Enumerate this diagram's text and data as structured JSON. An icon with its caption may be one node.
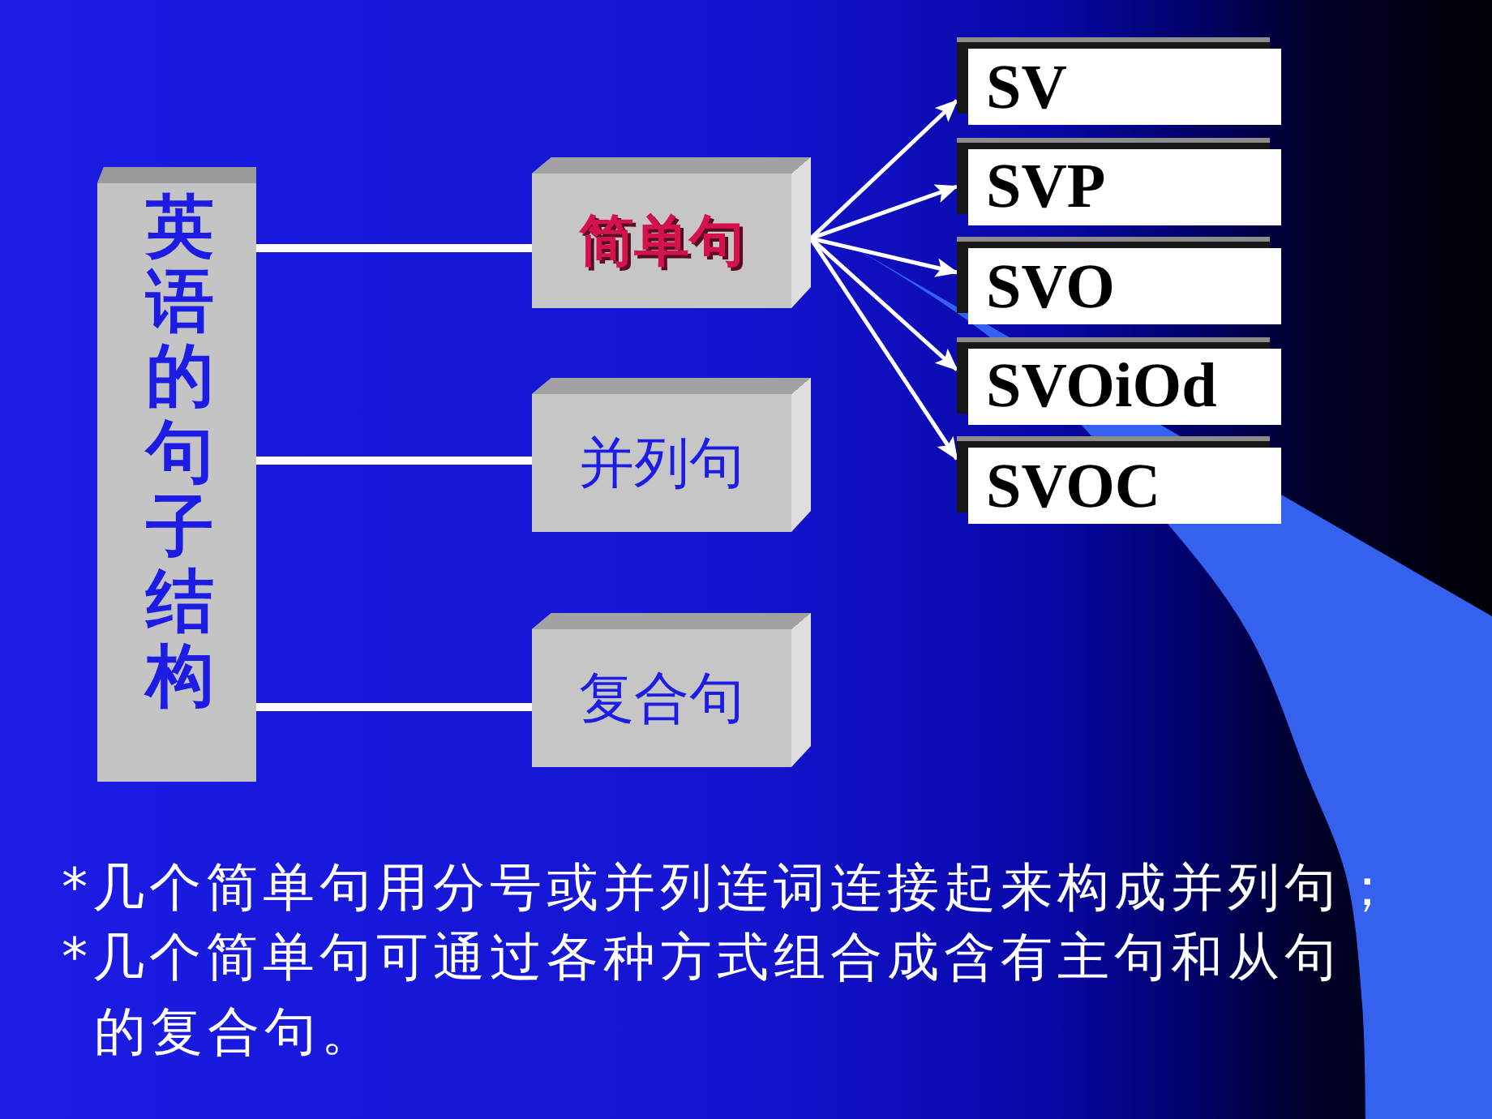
{
  "diagram": {
    "nodes": [
      {
        "text": [
          "英语的句子结构"
        ]
      },
      {
        "text": [
          "简单句"
        ]
      },
      {
        "text": [
          "并列句"
        ]
      },
      {
        "text": [
          "复合句"
        ]
      },
      {
        "text": [
          "SV"
        ]
      },
      {
        "text": [
          "SVP"
        ]
      },
      {
        "text": [
          "SVO"
        ]
      },
      {
        "text": [
          "SVOiOd"
        ]
      },
      {
        "text": [
          "SVOC"
        ]
      }
    ],
    "edges": [
      {
        "from": 0,
        "to": 1,
        "arrow": "none",
        "style": "thick"
      },
      {
        "from": 0,
        "to": 2,
        "arrow": "none",
        "style": "thick"
      },
      {
        "from": 0,
        "to": 3,
        "arrow": "none",
        "style": "thick"
      },
      {
        "from": 1,
        "to": 4,
        "arrow": "to"
      },
      {
        "from": 1,
        "to": 5,
        "arrow": "to"
      },
      {
        "from": 1,
        "to": 6,
        "arrow": "to"
      },
      {
        "from": 1,
        "to": 7,
        "arrow": "to"
      },
      {
        "from": 1,
        "to": 8,
        "arrow": "to"
      }
    ],
    "labels": [
      "*几个简单句用分号或并列连词连接起来构成并列句；",
      "*几个简单句可通过各种方式组合成含有主句和从句的复合句。"
    ]
  }
}
